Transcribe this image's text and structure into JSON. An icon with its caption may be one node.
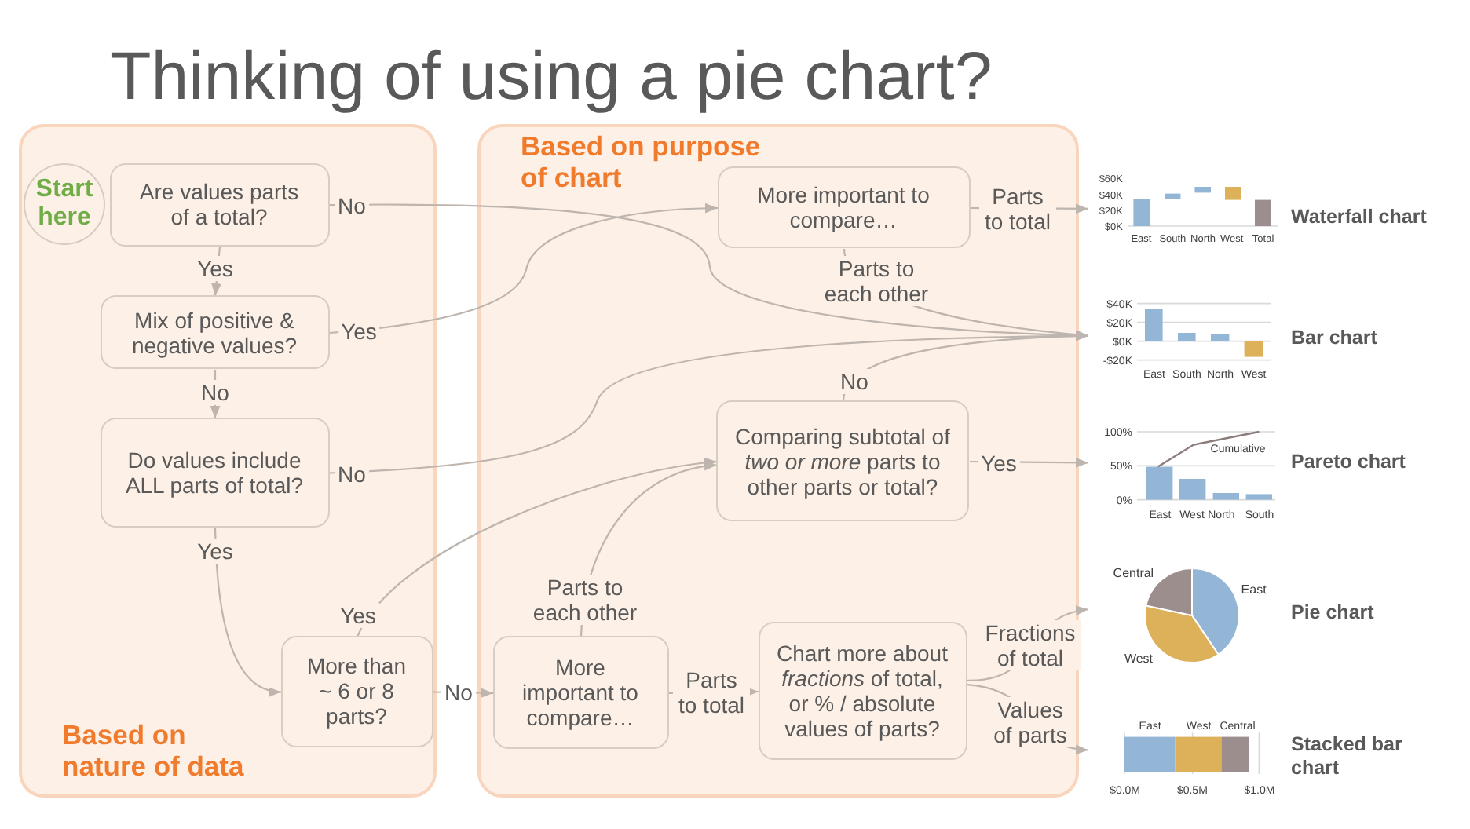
{
  "diagram": {
    "title": "Thinking of using a pie chart?",
    "nodes": [
      {
        "text": [
          "Based on nature of data"
        ]
      },
      {
        "text": [
          "Start here"
        ],
        "in": 0
      },
      {
        "text": [
          "Are values parts of a total?"
        ],
        "in": 0
      },
      {
        "text": [
          "Mix of positive & negative values?"
        ],
        "in": 0
      },
      {
        "text": [
          "Do values include ALL parts of total?"
        ],
        "in": 0
      },
      {
        "text": [
          "More than ~ 6 or 8 parts?"
        ],
        "in": 0
      },
      {
        "text": [
          "Based on purpose of chart"
        ]
      },
      {
        "text": [
          "More important to compare…"
        ],
        "in": 6
      },
      {
        "text": [
          "Comparing subtotal of *two or more* parts to other parts or total?"
        ],
        "in": 6
      },
      {
        "text": [
          "More important to compare…"
        ],
        "in": 6
      },
      {
        "text": [
          "Chart more about *fractions* of total, or % / absolute values of parts?"
        ],
        "in": 6
      },
      {
        "text": [
          "$60K",
          "$40K",
          "$20K",
          "$0K",
          "East",
          "South",
          "North",
          "West",
          "Total"
        ],
        "beside": [
          "Waterfall chart"
        ]
      },
      {
        "text": [
          "$40K",
          "$20K",
          "$0K",
          "-$20K",
          "East",
          "South",
          "North",
          "West"
        ],
        "beside": [
          "Bar chart"
        ]
      },
      {
        "text": [
          "100%",
          "Cumulative",
          "50%",
          "0%",
          "East",
          "West",
          "North",
          "South"
        ],
        "beside": [
          "Pareto chart"
        ]
      },
      {
        "text": [
          "Central",
          "East",
          "West"
        ],
        "beside": [
          "Pie chart"
        ]
      },
      {
        "text": [
          "East",
          "West",
          "Central",
          "$0.0M",
          "$0.5M",
          "$1.0M"
        ],
        "beside": [
          "Stacked bar chart"
        ]
      }
    ],
    "edges": [
      {
        "from": 2,
        "to": 3,
        "arrow": "to",
        "label": "Yes"
      },
      {
        "from": 2,
        "to": 12,
        "arrow": "to",
        "label": "No"
      },
      {
        "from": 3,
        "to": 7,
        "arrow": "to",
        "label": "Yes"
      },
      {
        "from": 3,
        "to": 4,
        "arrow": "to",
        "label": "No"
      },
      {
        "from": 4,
        "to": 12,
        "arrow": "to",
        "label": "No"
      },
      {
        "from": 4,
        "to": 5,
        "arrow": "to",
        "label": "Yes"
      },
      {
        "from": 5,
        "to": 8,
        "arrow": "to",
        "label": "Yes"
      },
      {
        "from": 5,
        "to": 9,
        "arrow": "to",
        "label": "No"
      },
      {
        "from": 9,
        "to": 8,
        "arrow": "to",
        "label": "Parts to each other"
      },
      {
        "from": 9,
        "to": 10,
        "arrow": "to",
        "label": "Parts to total"
      },
      {
        "from": 7,
        "to": 11,
        "arrow": "to",
        "label": "Parts to total"
      },
      {
        "from": 7,
        "to": 12,
        "arrow": "to",
        "label": "Parts to each other"
      },
      {
        "from": 8,
        "to": 12,
        "arrow": "to",
        "label": "No"
      },
      {
        "from": 8,
        "to": 13,
        "arrow": "to",
        "label": "Yes"
      },
      {
        "from": 10,
        "to": 14,
        "arrow": "to",
        "label": "Fractions of total"
      },
      {
        "from": 10,
        "to": 15,
        "arrow": "to",
        "label": "Values of parts"
      }
    ]
  }
}
